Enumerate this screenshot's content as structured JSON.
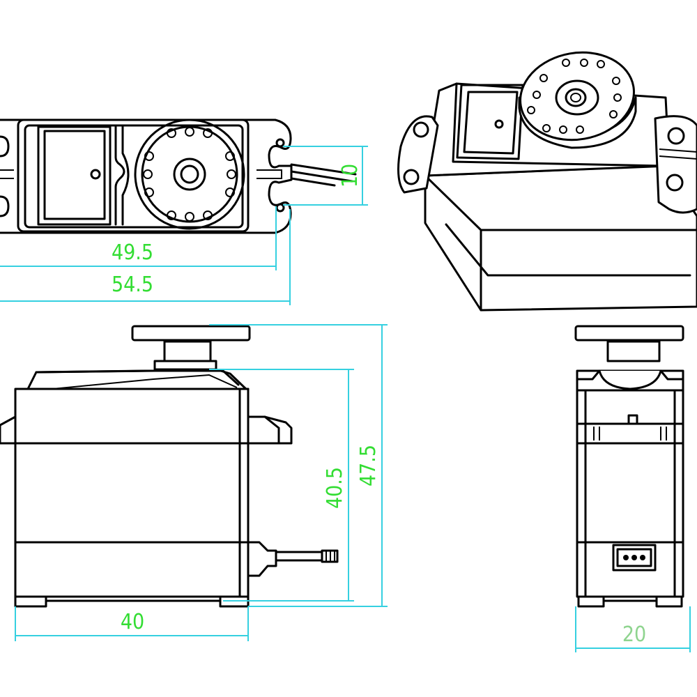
{
  "dimensions": {
    "mount_hole_spacing": "10",
    "case_length": "49.5",
    "overall_length": "54.5",
    "body_width": "40",
    "body_height": "40.5",
    "overall_height": "47.5",
    "body_depth": "20"
  },
  "colors": {
    "line": "#000000",
    "dimension_line": "#35d0e0",
    "dimension_text": "#33dd33",
    "dimension_text_light": "#8fd48f",
    "background": "#ffffff"
  }
}
